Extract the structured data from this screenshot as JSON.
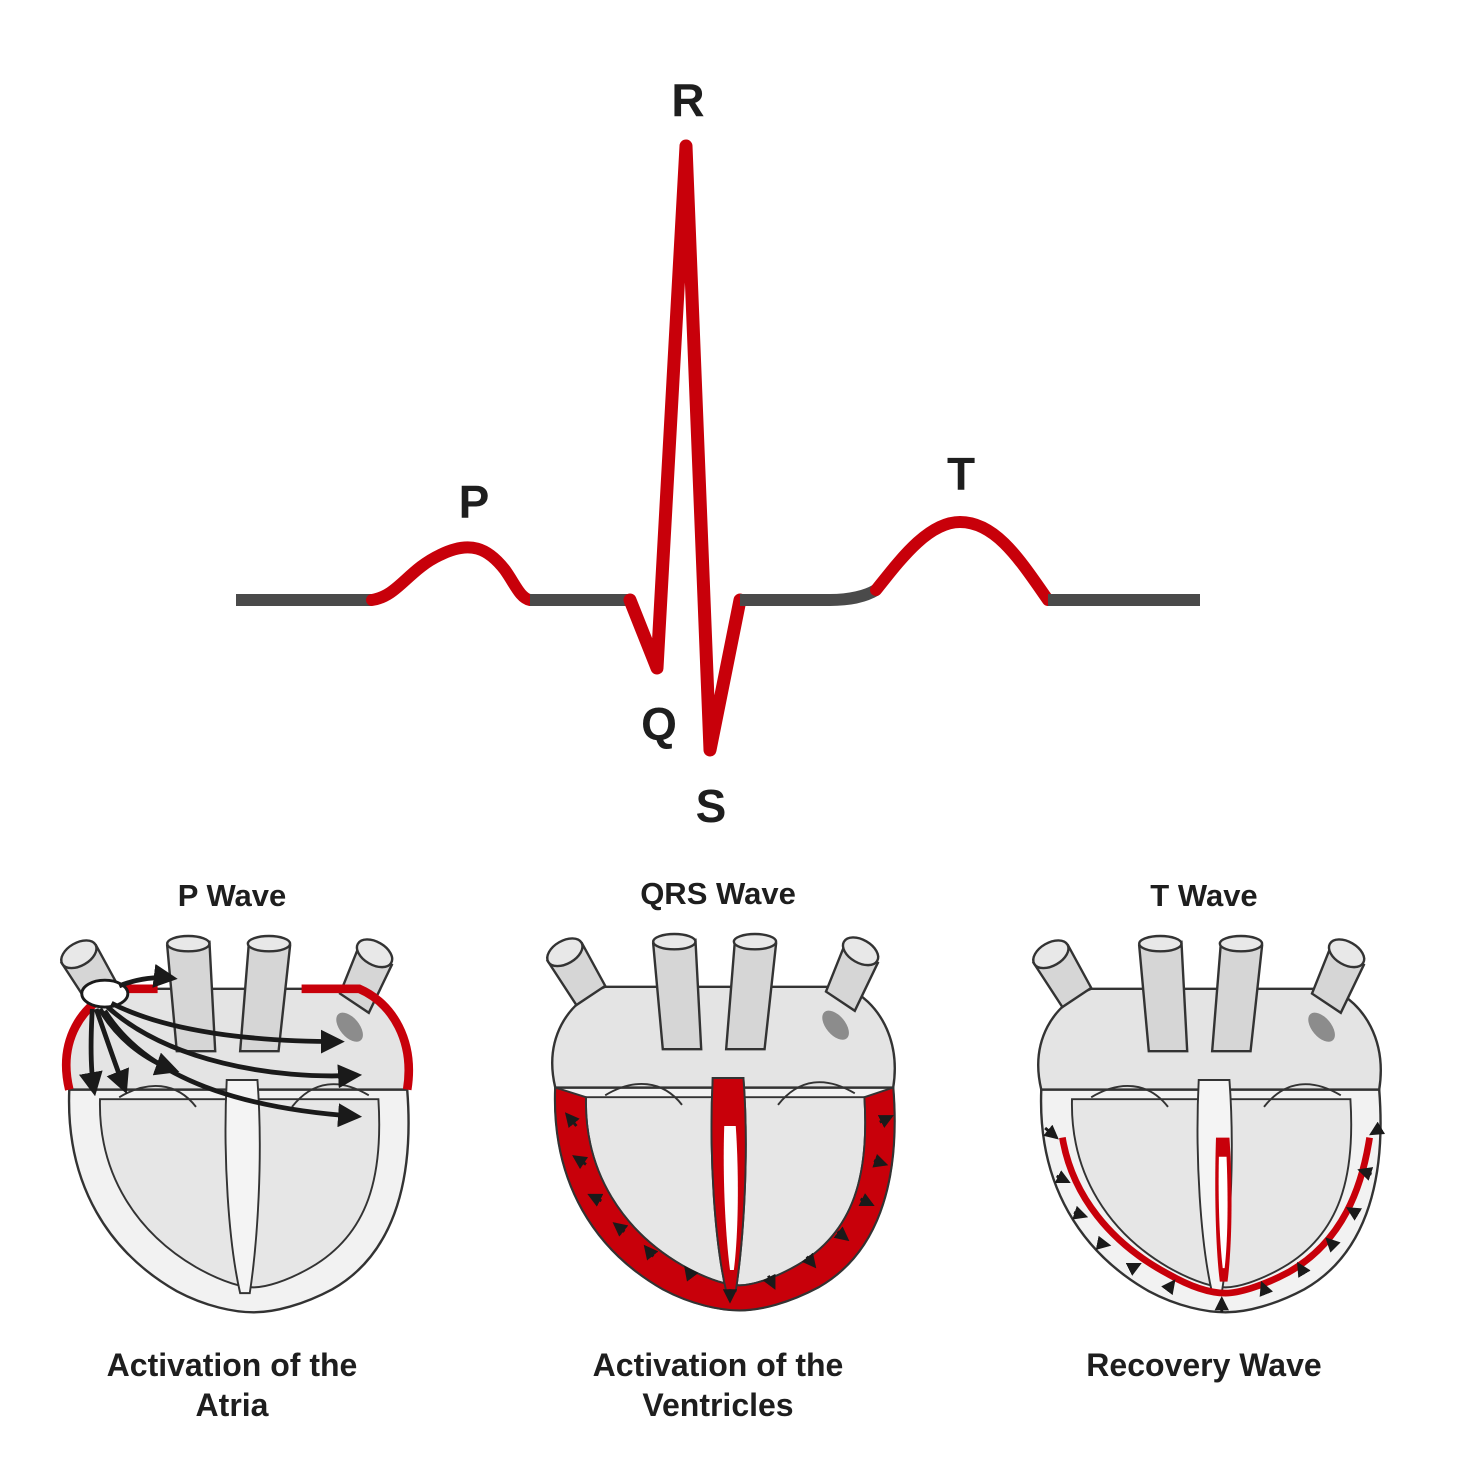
{
  "ecg": {
    "labels": {
      "p": "P",
      "q": "Q",
      "r": "R",
      "s": "S",
      "t": "T"
    }
  },
  "panels": [
    {
      "title": "P Wave",
      "caption_line1": "Activation of the",
      "caption_line2": "Atria"
    },
    {
      "title": "QRS Wave",
      "caption_line1": "Activation of the",
      "caption_line2": "Ventricles"
    },
    {
      "title": "T Wave",
      "caption_line1": "Recovery Wave",
      "caption_line2": ""
    }
  ],
  "colors": {
    "activation": "#c8000a",
    "baseline": "#4a4a4a",
    "outline": "#333333",
    "heart_fill": "#e6e6e6",
    "heart_wall": "#f4f4f4",
    "vessel": "#cfcfcf",
    "text": "#1e1e1e"
  }
}
